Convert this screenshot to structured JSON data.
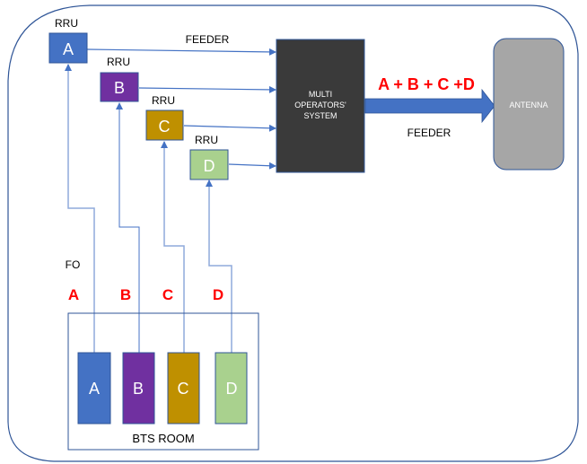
{
  "colors": {
    "unit_a": "#4472C4",
    "unit_b": "#7030A0",
    "unit_c": "#BF9000",
    "unit_d": "#A9D18E",
    "connector": "#4472C4",
    "frame": "#2F5597",
    "mos_box": "#3A3A3A",
    "antenna": "#A6A6A6",
    "combined_label": "#FF0000"
  },
  "rru_units": [
    {
      "caption": "RRU",
      "letter": "A"
    },
    {
      "caption": "RRU",
      "letter": "B"
    },
    {
      "caption": "RRU",
      "letter": "C"
    },
    {
      "caption": "RRU",
      "letter": "D"
    }
  ],
  "feeder_top_label": "FEEDER",
  "multi_operators_system": {
    "line1": "MULTI",
    "line2": "OPERATORS'",
    "line3": "SYSTEM"
  },
  "combined_signal_label": "A + B + C +D",
  "feeder_bottom_label": "FEEDER",
  "antenna_label": "ANTENNA",
  "fo_label": "FO",
  "fo_letters": [
    "A",
    "B",
    "C",
    "D"
  ],
  "bts_units": [
    "A",
    "B",
    "C",
    "D"
  ],
  "bts_room_label": "BTS ROOM"
}
